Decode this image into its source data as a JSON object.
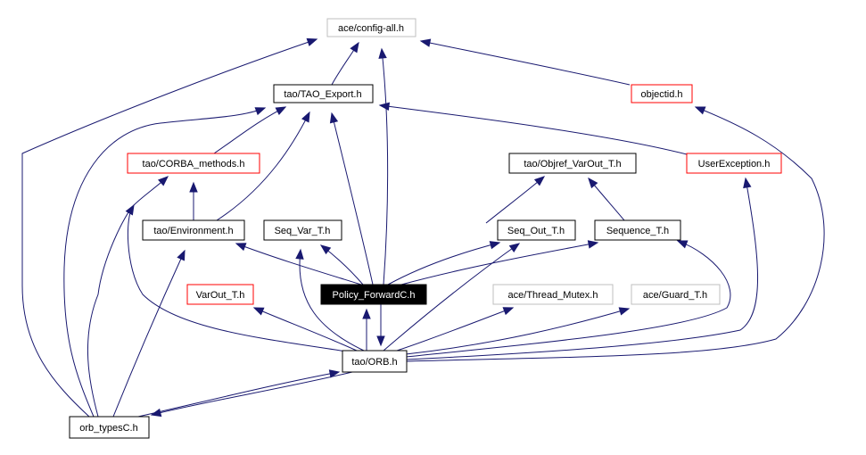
{
  "graph": {
    "title": "Include dependency graph for Policy_ForwardC.h",
    "colors": {
      "edge": "#191970",
      "node_border_normal": "#000000",
      "node_border_missing": "#bfbfbf",
      "node_border_truncated": "#ff0000",
      "focus_fill": "#000000",
      "focus_text": "#ffffff"
    },
    "nodes": [
      {
        "id": "config_all",
        "label": "ace/config-all.h",
        "kind": "missing"
      },
      {
        "id": "tao_export",
        "label": "tao/TAO_Export.h",
        "kind": "normal"
      },
      {
        "id": "objectid",
        "label": "objectid.h",
        "kind": "truncated"
      },
      {
        "id": "corba_methods",
        "label": "tao/CORBA_methods.h",
        "kind": "truncated"
      },
      {
        "id": "objref_varout",
        "label": "tao/Objref_VarOut_T.h",
        "kind": "normal"
      },
      {
        "id": "userexception",
        "label": "UserException.h",
        "kind": "truncated"
      },
      {
        "id": "environment",
        "label": "tao/Environment.h",
        "kind": "normal"
      },
      {
        "id": "seq_var",
        "label": "Seq_Var_T.h",
        "kind": "normal"
      },
      {
        "id": "seq_out",
        "label": "Seq_Out_T.h",
        "kind": "normal"
      },
      {
        "id": "sequence_t",
        "label": "Sequence_T.h",
        "kind": "normal"
      },
      {
        "id": "varout",
        "label": "VarOut_T.h",
        "kind": "truncated"
      },
      {
        "id": "policy_forward",
        "label": "Policy_ForwardC.h",
        "kind": "focus"
      },
      {
        "id": "thread_mutex",
        "label": "ace/Thread_Mutex.h",
        "kind": "missing"
      },
      {
        "id": "guard_t",
        "label": "ace/Guard_T.h",
        "kind": "missing"
      },
      {
        "id": "orb",
        "label": "tao/ORB.h",
        "kind": "normal"
      },
      {
        "id": "orb_typesc",
        "label": "orb_typesC.h",
        "kind": "normal"
      }
    ],
    "edges": [
      {
        "from": "tao_export",
        "to": "config_all"
      },
      {
        "from": "objectid",
        "to": "config_all"
      },
      {
        "from": "policy_forward",
        "to": "config_all"
      },
      {
        "from": "orb_typesc",
        "to": "config_all"
      },
      {
        "from": "corba_methods",
        "to": "tao_export"
      },
      {
        "from": "environment",
        "to": "tao_export"
      },
      {
        "from": "policy_forward",
        "to": "tao_export"
      },
      {
        "from": "userexception",
        "to": "tao_export"
      },
      {
        "from": "orb_typesc",
        "to": "tao_export"
      },
      {
        "from": "environment",
        "to": "corba_methods"
      },
      {
        "from": "orb_typesc",
        "to": "corba_methods"
      },
      {
        "from": "seq_out",
        "to": "objref_varout"
      },
      {
        "from": "sequence_t",
        "to": "objref_varout"
      },
      {
        "from": "policy_forward",
        "to": "environment"
      },
      {
        "from": "orb_typesc",
        "to": "environment"
      },
      {
        "from": "policy_forward",
        "to": "seq_var"
      },
      {
        "from": "orb",
        "to": "seq_var"
      },
      {
        "from": "policy_forward",
        "to": "seq_out"
      },
      {
        "from": "orb",
        "to": "seq_out"
      },
      {
        "from": "policy_forward",
        "to": "sequence_t"
      },
      {
        "from": "orb",
        "to": "sequence_t"
      },
      {
        "from": "orb",
        "to": "varout"
      },
      {
        "from": "orb",
        "to": "policy_forward"
      },
      {
        "from": "policy_forward",
        "to": "orb"
      },
      {
        "from": "orb",
        "to": "thread_mutex"
      },
      {
        "from": "orb",
        "to": "guard_t"
      },
      {
        "from": "orb",
        "to": "userexception"
      },
      {
        "from": "orb",
        "to": "objectid"
      },
      {
        "from": "orb",
        "to": "orb_typesc"
      },
      {
        "from": "orb_typesc",
        "to": "orb"
      },
      {
        "from": "orb",
        "to": "environment"
      }
    ]
  }
}
